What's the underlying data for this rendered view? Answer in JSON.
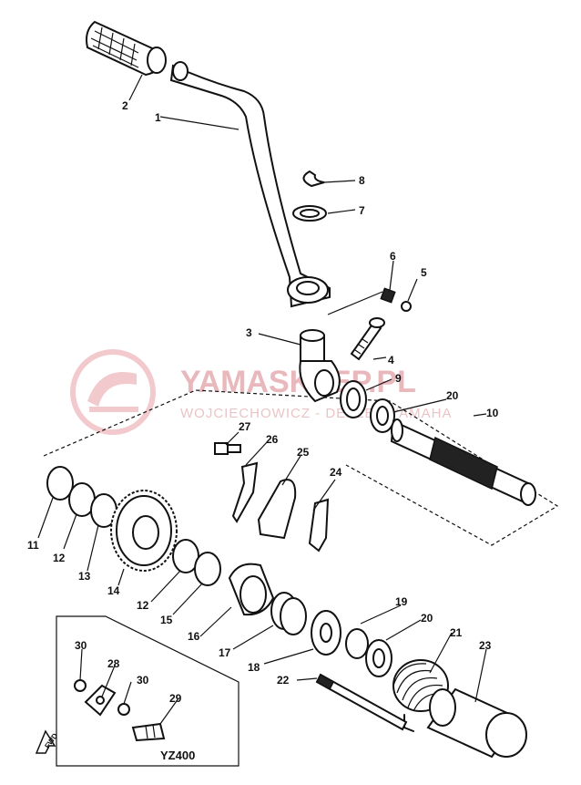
{
  "watermark": {
    "title": "YAMASKLEP.PL",
    "subtitle": "WOJCIECHOWICZ - DEALER YAMAHA",
    "colors": {
      "logo": "#e8a0a6",
      "text": "#e8b8bc"
    }
  },
  "inset": {
    "model_label": "YZ400",
    "direction_label": "FWD"
  },
  "callouts": [
    {
      "id": "1",
      "text": "1"
    },
    {
      "id": "2",
      "text": "2"
    },
    {
      "id": "3",
      "text": "3"
    },
    {
      "id": "4",
      "text": "4"
    },
    {
      "id": "5",
      "text": "5"
    },
    {
      "id": "6",
      "text": "6"
    },
    {
      "id": "7",
      "text": "7"
    },
    {
      "id": "8",
      "text": "8"
    },
    {
      "id": "9",
      "text": "9"
    },
    {
      "id": "10",
      "text": "10"
    },
    {
      "id": "11",
      "text": "11"
    },
    {
      "id": "12a",
      "text": "12"
    },
    {
      "id": "12b",
      "text": "12"
    },
    {
      "id": "13",
      "text": "13"
    },
    {
      "id": "14",
      "text": "14"
    },
    {
      "id": "15",
      "text": "15"
    },
    {
      "id": "16",
      "text": "16"
    },
    {
      "id": "17",
      "text": "17"
    },
    {
      "id": "18",
      "text": "18"
    },
    {
      "id": "19",
      "text": "19"
    },
    {
      "id": "20a",
      "text": "20"
    },
    {
      "id": "20b",
      "text": "20"
    },
    {
      "id": "21",
      "text": "21"
    },
    {
      "id": "22",
      "text": "22"
    },
    {
      "id": "23",
      "text": "23"
    },
    {
      "id": "24",
      "text": "24"
    },
    {
      "id": "25",
      "text": "25"
    },
    {
      "id": "26",
      "text": "26"
    },
    {
      "id": "27",
      "text": "27"
    },
    {
      "id": "28",
      "text": "28"
    },
    {
      "id": "29",
      "text": "29"
    },
    {
      "id": "30a",
      "text": "30"
    },
    {
      "id": "30b",
      "text": "30"
    }
  ]
}
